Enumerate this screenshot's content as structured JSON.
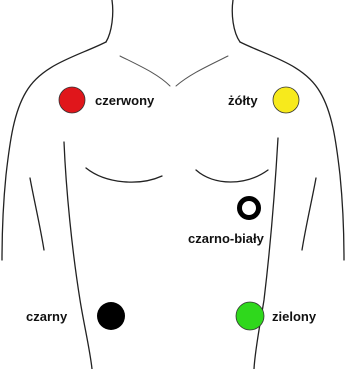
{
  "electrodes": [
    {
      "id": "red",
      "label": "czerwony",
      "color": "#e0161b",
      "style": "filled"
    },
    {
      "id": "yellow",
      "label": "żółty",
      "color": "#f7ea1c",
      "style": "filled"
    },
    {
      "id": "black-white",
      "label": "czarno-biały",
      "color": "#000000",
      "style": "ring"
    },
    {
      "id": "black",
      "label": "czarny",
      "color": "#000000",
      "style": "filled"
    },
    {
      "id": "green",
      "label": "zielony",
      "color": "#2fd81c",
      "style": "filled"
    }
  ]
}
